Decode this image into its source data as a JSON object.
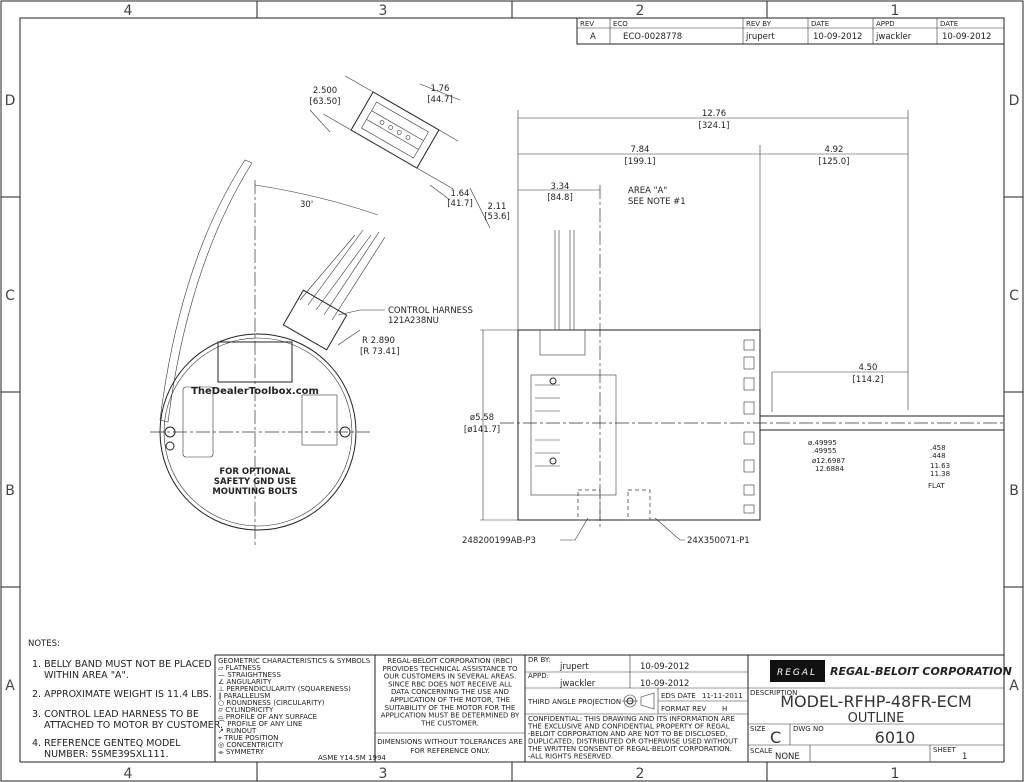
{
  "zones": {
    "columns": [
      "4",
      "3",
      "2",
      "1"
    ],
    "rows": [
      "D",
      "C",
      "B",
      "A"
    ]
  },
  "revision_table": {
    "headers": [
      "REV",
      "ECO",
      "REV BY",
      "DATE",
      "APPD",
      "DATE"
    ],
    "rows": [
      [
        "A",
        "ECO-0028778",
        "jrupert",
        "10-09-2012",
        "jwackler",
        "10-09-2012"
      ]
    ]
  },
  "end_view": {
    "connector_dims": {
      "width": "1.76",
      "width_mm": "[44.7]",
      "height": "2.500",
      "height_mm": "[63.50]",
      "inner": "1.64",
      "inner_mm": "[41.7]",
      "outer": "2.11",
      "outer_mm": "[53.6]"
    },
    "angle": "30'",
    "harness_label": "CONTROL HARNESS",
    "harness_part": "121A238NU",
    "radius": "R 2.890",
    "radius_mm": "[R 73.41]",
    "watermark": "TheDealerToolbox.com",
    "ground_note": [
      "FOR OPTIONAL",
      "SAFETY GND USE",
      "MOUNTING BOLTS"
    ]
  },
  "side_view": {
    "overall": "12.76",
    "overall_mm": "[324.1]",
    "body": "7.84",
    "body_mm": "[199.1]",
    "shaft_ext": "4.92",
    "shaft_ext_mm": "[125.0]",
    "area_a": "3.34",
    "area_a_mm": "[84.8]",
    "area_note": [
      "AREA \"A\"",
      "SEE NOTE #1"
    ],
    "flat_len": "4.50",
    "flat_len_mm": "[114.2]",
    "diameter": "ø5.58",
    "diameter_mm": "[ø141.7]",
    "shaft_dia": [
      "ø.49995",
      ".49955"
    ],
    "shaft_dia_mm": [
      "ø12.6987",
      "12.6884"
    ],
    "flat": [
      ".458",
      ".448"
    ],
    "flat_mm": [
      "11.63",
      "11.38"
    ],
    "flat_label": "FLAT",
    "part_left": "248200199AB-P3",
    "part_right": "24X350071-P1"
  },
  "notes": {
    "title": "NOTES:",
    "items": [
      [
        "1. BELLY BAND MUST NOT BE PLACED",
        "WITHIN AREA \"A\"."
      ],
      [
        "2. APPROXIMATE WEIGHT IS 11.4 LBS."
      ],
      [
        "3. CONTROL LEAD HARNESS TO BE",
        "ATTACHED TO MOTOR BY CUSTOMER."
      ],
      [
        "4. REFERENCE GENTEQ MODEL",
        "NUMBER: 5SME39SXL111."
      ]
    ]
  },
  "gdt": {
    "title": "GEOMETRIC CHARACTERISTICS & SYMBOLS",
    "items": [
      "▱ FLATNESS",
      "— STRAIGHTNESS",
      "∠ ANGULARITY",
      "⊥ PERPENDICULARITY (SQUARENESS)",
      "∥ PARALLELISM",
      "○ ROUNDNESS (CIRCULARITY)",
      "⌭ CYLINDRICITY",
      "⌓ PROFILE OF ANY SURFACE",
      "⌒ PROFILE OF ANY LINE",
      "↗ RUNOUT",
      "⌖ TRUE POSITION",
      "◎ CONCENTRICITY",
      "⌯ SYMMETRY"
    ],
    "standard": "ASME Y14.5M 1994"
  },
  "disclaimer": {
    "lines": [
      "REGAL-BELOIT CORPORATION (RBC)",
      "PROVIDES TECHNICAL ASSISTANCE TO",
      "OUR CUSTOMERS IN SEVERAL AREAS.",
      "SINCE RBC DOES NOT RECEIVE ALL",
      "DATA CONCERNING THE USE AND",
      "APPLICATION OF THE MOTOR, THE",
      "SUITABILITY OF THE MOTOR FOR THE",
      "APPLICATION MUST BE DETERMINED BY",
      "THE CUSTOMER."
    ],
    "tolerance": [
      "DIMENSIONS WITHOUT TOLERANCES ARE",
      "FOR REFERENCE ONLY."
    ]
  },
  "title_block": {
    "dr_by_label": "DR BY:",
    "dr_by": "jrupert",
    "dr_date": "10-09-2012",
    "appd_label": "APPD:",
    "appd": "jwackler",
    "appd_date": "10-09-2012",
    "projection": "THIRD ANGLE PROJECTION",
    "eds_label": "EDS DATE",
    "eds_date": "11-11-2011",
    "format_label": "FORMAT REV",
    "format_rev": "H",
    "confidential": [
      "CONFIDENTIAL: THIS DRAWING AND ITS INFORMATION ARE",
      "THE EXCLUSIVE AND CONFIDENTIAL PROPERTY OF REGAL",
      "-BELOIT CORPORATION AND ARE NOT TO BE DISCLOSED,",
      "DUPLICATED, DISTRIBUTED OR OTHERWISE USED WITHOUT",
      "THE WRITTEN CONSENT OF REGAL-BELOIT CORPORATION.",
      "-ALL RIGHTS RESERVED."
    ],
    "logo": "REGAL",
    "company": "REGAL-BELOIT CORPORATION",
    "description_label": "DESCRIPTION",
    "description": [
      "MODEL-RFHP-48FR-ECM",
      "OUTLINE"
    ],
    "size_label": "SIZE",
    "size": "C",
    "dwg_label": "DWG NO",
    "dwg_no": "6010",
    "scale_label": "SCALE",
    "scale": "NONE",
    "sheet_label": "SHEET",
    "sheet": "1"
  }
}
